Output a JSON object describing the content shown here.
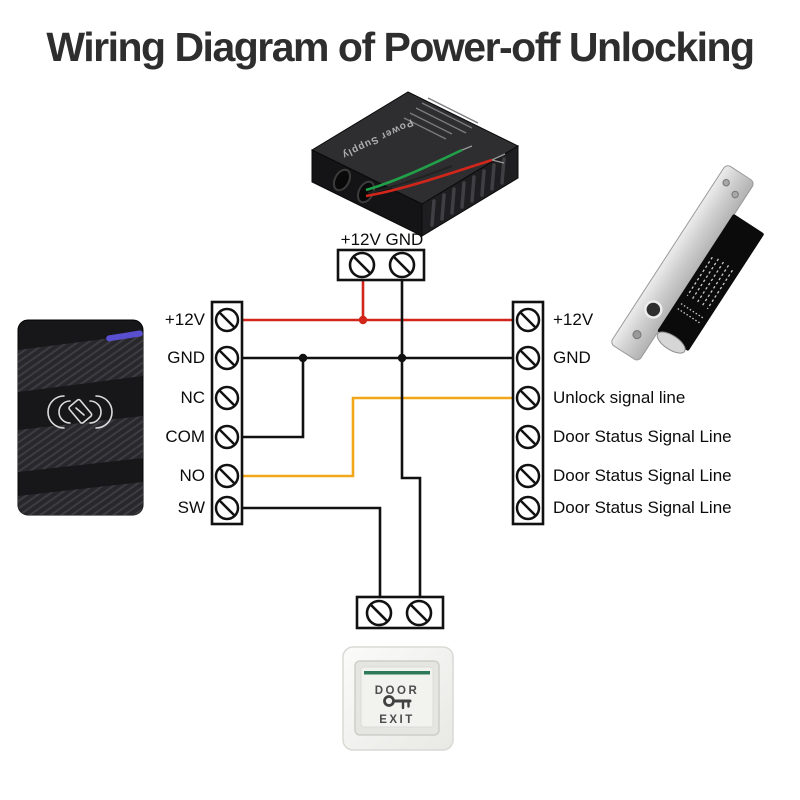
{
  "title": "Wiring Diagram of Power-off Unlocking",
  "colors": {
    "wire_red": "#d3261b",
    "wire_black": "#111111",
    "wire_yellow": "#f2a71b",
    "wire_green": "#21a04a",
    "reader_accent_purple": "#5a4fd0",
    "button_green": "#2e7a58"
  },
  "power_supply": {
    "label": "Power Supply"
  },
  "top_block": {
    "label": "+12V GND"
  },
  "reader_block": {
    "pins": [
      "+12V",
      "GND",
      "NC",
      "COM",
      "NO",
      "SW"
    ]
  },
  "lock_block": {
    "pins": [
      "+12V",
      "GND",
      "Unlock signal line",
      "Door Status Signal Line",
      "Door Status Signal Line",
      "Door Status Signal Line"
    ]
  },
  "exit_button": {
    "door_label": "DOOR",
    "exit_label": "EXIT"
  }
}
